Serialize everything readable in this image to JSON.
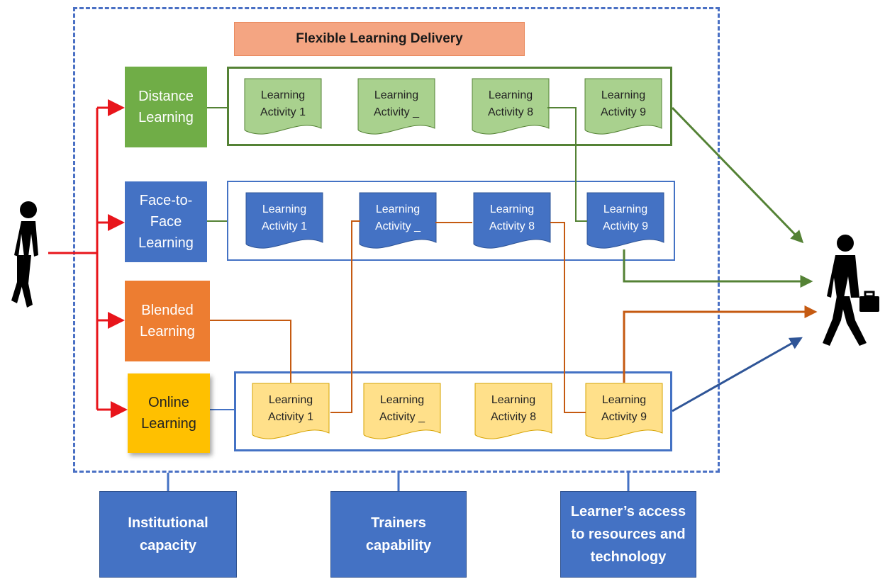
{
  "title": "Flexible Learning Delivery",
  "modes": {
    "distance": "Distance\nLearning",
    "face_to_face": "Face-to-\nFace\nLearning",
    "blended": "Blended\nLearning",
    "online": "Online\nLearning"
  },
  "activity_line1": "Learning",
  "rows": {
    "distance": [
      "Activity 1",
      "Activity _",
      "Activity 8",
      "Activity 9"
    ],
    "face_to_face": [
      "Activity 1",
      "Activity _",
      "Activity 8",
      "Activity 9"
    ],
    "online": [
      "Activity 1",
      "Activity _",
      "Activity 8",
      "Activity 9"
    ]
  },
  "factors": {
    "institutional": "Institutional\ncapacity",
    "trainers": "Trainers\ncapability",
    "learners": "Learner’s access\nto resources and\ntechnology"
  },
  "colors": {
    "distance": "#70ad47",
    "distance_doc": "#a9d18e",
    "face_to_face": "#4472c4",
    "blended": "#ed7d31",
    "online": "#ffc000",
    "online_doc": "#ffe08a",
    "entry_arrow": "#e8151b",
    "path_green": "#548235",
    "path_orange": "#c55a11",
    "path_blue": "#2f5597"
  },
  "icons": [
    "walking-person-icon",
    "walking-person-with-briefcase-icon"
  ]
}
